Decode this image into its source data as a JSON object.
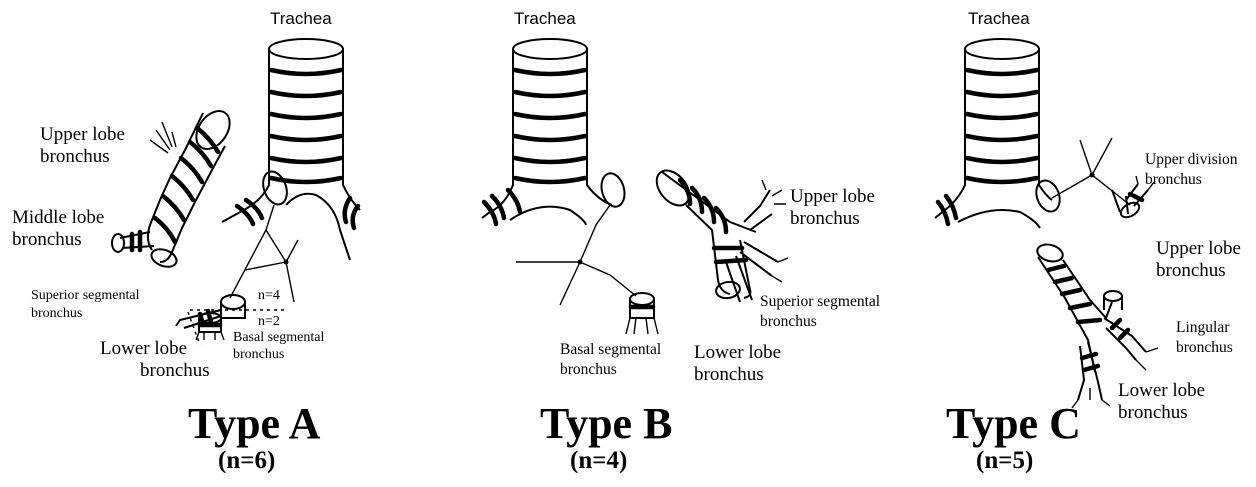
{
  "panels": [
    {
      "title": "Type A",
      "n": "(n=6)",
      "labels": {
        "trachea": "Trachea",
        "upper_lobe": [
          "Upper lobe",
          "bronchus"
        ],
        "middle_lobe": [
          "Middle lobe",
          "bronchus"
        ],
        "superior_segmental": [
          "Superior segmental",
          "bronchus"
        ],
        "n4": "n=4",
        "n2": "n=2",
        "basal_segmental": [
          "Basal segmental",
          "bronchus"
        ],
        "lower_lobe": [
          "Lower lobe",
          "bronchus"
        ]
      }
    },
    {
      "title": "Type B",
      "n": "(n=4)",
      "labels": {
        "trachea": "Trachea",
        "upper_lobe": [
          "Upper lobe",
          "bronchus"
        ],
        "superior_segmental": [
          "Superior segmental",
          "bronchus"
        ],
        "basal_segmental": [
          "Basal segmental",
          "bronchus"
        ],
        "lower_lobe": [
          "Lower lobe",
          "bronchus"
        ]
      }
    },
    {
      "title": "Type C",
      "n": "(n=5)",
      "labels": {
        "trachea": "Trachea",
        "upper_division": [
          "Upper division",
          "bronchus"
        ],
        "upper_lobe": [
          "Upper lobe",
          "bronchus"
        ],
        "lingular": [
          "Lingular",
          "bronchus"
        ],
        "lower_lobe": [
          "Lower lobe",
          "bronchus"
        ]
      }
    }
  ]
}
